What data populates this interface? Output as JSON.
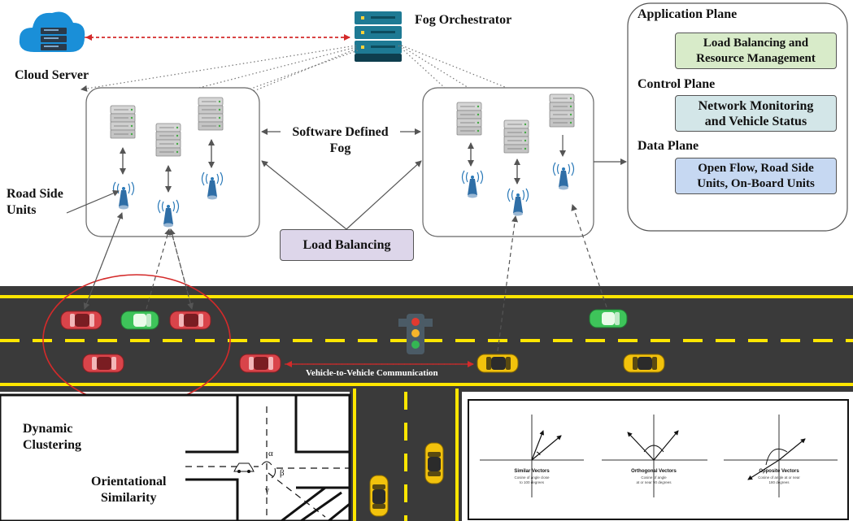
{
  "labels": {
    "fog_orchestrator": "Fog Orchestrator",
    "cloud_server": "Cloud Server",
    "software_defined_fog_line1": "Software Defined",
    "software_defined_fog_line2": "Fog",
    "road_side_units_line1": "Road Side",
    "road_side_units_line2": "Units",
    "load_balancing": "Load Balancing",
    "v2v": "Vehicle-to-Vehicle Communication",
    "dynamic_clustering_line1": "Dynamic",
    "dynamic_clustering_line2": "Clustering",
    "orientational_similarity_line1": "Orientational",
    "orientational_similarity_line2": "Similarity"
  },
  "planes": {
    "application": {
      "title": "Application Plane",
      "box_line1": "Load Balancing and",
      "box_line2": "Resource Management"
    },
    "control": {
      "title": "Control Plane",
      "box_line1": "Network Monitoring",
      "box_line2": "and Vehicle Status"
    },
    "data": {
      "title": "Data Plane",
      "box_line1": "Open Flow, Road Side",
      "box_line2": "Units, On-Board Units"
    }
  },
  "intersection_angles": {
    "alpha": "α",
    "beta": "β",
    "gamma": "γ"
  },
  "vectors": [
    {
      "title": "Similar Vectors",
      "sub_line1": "Cosine of angle close",
      "sub_line2": "to 100 degrees"
    },
    {
      "title": "Orthogonal Vectors",
      "sub_line1": "Cosine of angle",
      "sub_line2": "at or near 90 degrees"
    },
    {
      "title": "Opposite Vectors",
      "sub_line1": "Cosine of angle at or near",
      "sub_line2": "180 degrees"
    }
  ],
  "colors": {
    "road": "#3a3a3a",
    "lane_yellow": "#ffe600",
    "red_car": "#d9444a",
    "green_car": "#3ec45a",
    "yellow_car": "#f2c20c",
    "app_box": "#d8ebc9",
    "control_box": "#d3e6e8",
    "data_box": "#c6d8f2",
    "load_box": "#ddd6ea",
    "cluster_ellipse": "#d42a2a",
    "cloud": "#1a8fd8"
  },
  "icons": [
    "cloud-server-icon",
    "server-rack-icon",
    "rsu-antenna-icon",
    "traffic-light-icon",
    "car-icon"
  ]
}
